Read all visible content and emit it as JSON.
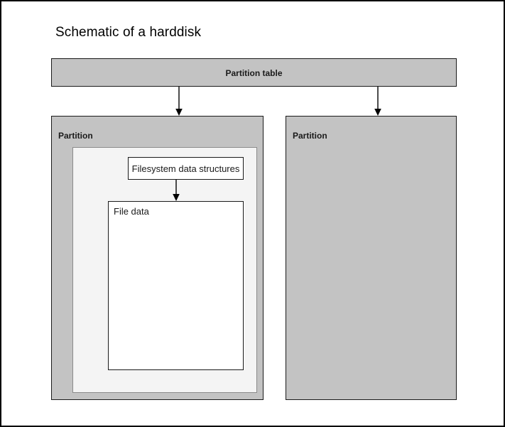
{
  "diagram": {
    "title": "Schematic of a harddisk",
    "background_color": "#ffffff",
    "border_color": "#000000",
    "node_fill_gray": "#c3c3c3",
    "node_fill_lightgray": "#f4f4f4",
    "node_fill_white": "#ffffff",
    "stroke_color": "#1a1a1a",
    "nodes": {
      "partition_table": {
        "label": "Partition table"
      },
      "partition_left": {
        "label": "Partition"
      },
      "partition_right": {
        "label": "Partition"
      },
      "filesystem_structures": {
        "label": "Filesystem data structures"
      },
      "file_data": {
        "label": "File data"
      }
    },
    "edges": [
      {
        "from": "partition_table",
        "to": "partition_left",
        "arrowhead": "filled-triangle"
      },
      {
        "from": "partition_table",
        "to": "partition_right",
        "arrowhead": "filled-triangle"
      },
      {
        "from": "filesystem_structures",
        "to": "file_data",
        "arrowhead": "filled-triangle"
      }
    ]
  }
}
